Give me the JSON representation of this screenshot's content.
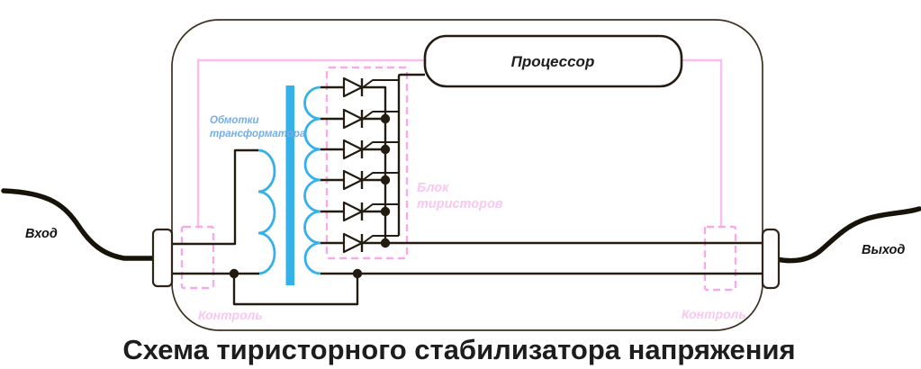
{
  "title": "Схема тиристорного стабилизатора напряжения",
  "io": {
    "input_label": "Вход",
    "output_label": "Выход"
  },
  "blocks": {
    "processor_label": "Процессор",
    "windings_label_line1": "Обмотки",
    "windings_label_line2": "трансформатора",
    "thyristor_block_label_line1": "Блок",
    "thyristor_block_label_line2": "тиристоров",
    "control_left_label": "Контроль",
    "control_right_label": "Контроль"
  },
  "colors": {
    "circuit_line": "#241c10",
    "enclosure_border": "#3b3121",
    "transformer_blue": "#35b1ea",
    "windings_label_blue": "#74aee8",
    "control_line_pink": "#fbbcf0",
    "dashed_pink": "#f6aae8",
    "pink_label": "#f9c7f0",
    "title_color": "#1d1d1d"
  }
}
